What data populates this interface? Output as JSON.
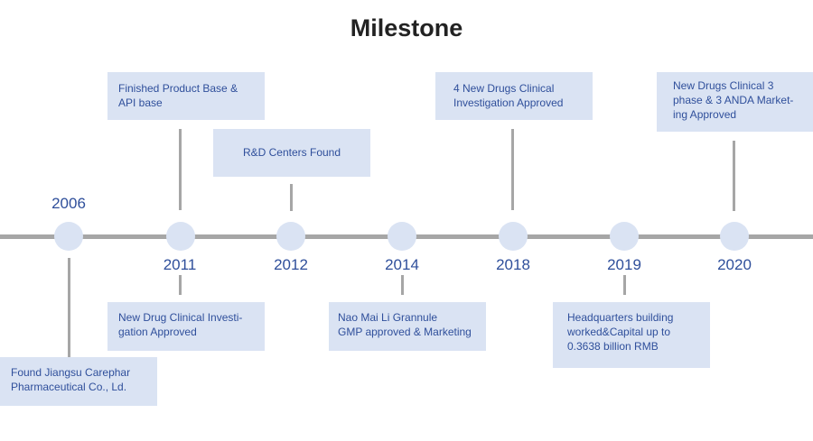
{
  "title": "Milestone",
  "milestones": [
    {
      "year": "2006",
      "text": "Found Jiangsu Carephar\nPharmaceutical Co., Ld."
    },
    {
      "year": "2011",
      "text_above": "Finished Product Base &\nAPI base",
      "text_below": "New Drug Clinical Investi-\ngation Approved"
    },
    {
      "year": "2012",
      "text": "R&D Centers Found"
    },
    {
      "year": "2014",
      "text": "Nao Mai Li Grannule\nGMP approved & Marketing"
    },
    {
      "year": "2018",
      "text": "4 New Drugs Clinical\nInvestigation Approved"
    },
    {
      "year": "2019",
      "text": "Headquarters building\nworked&Capital up to\n0.3638 billion RMB"
    },
    {
      "year": "2020",
      "text": "New Drugs Clinical 3\nphase & 3 ANDA Market-\ning Approved"
    }
  ],
  "colors": {
    "accent": "#2f4f9b",
    "box": "#dae3f3",
    "line": "#a6a6a6"
  }
}
